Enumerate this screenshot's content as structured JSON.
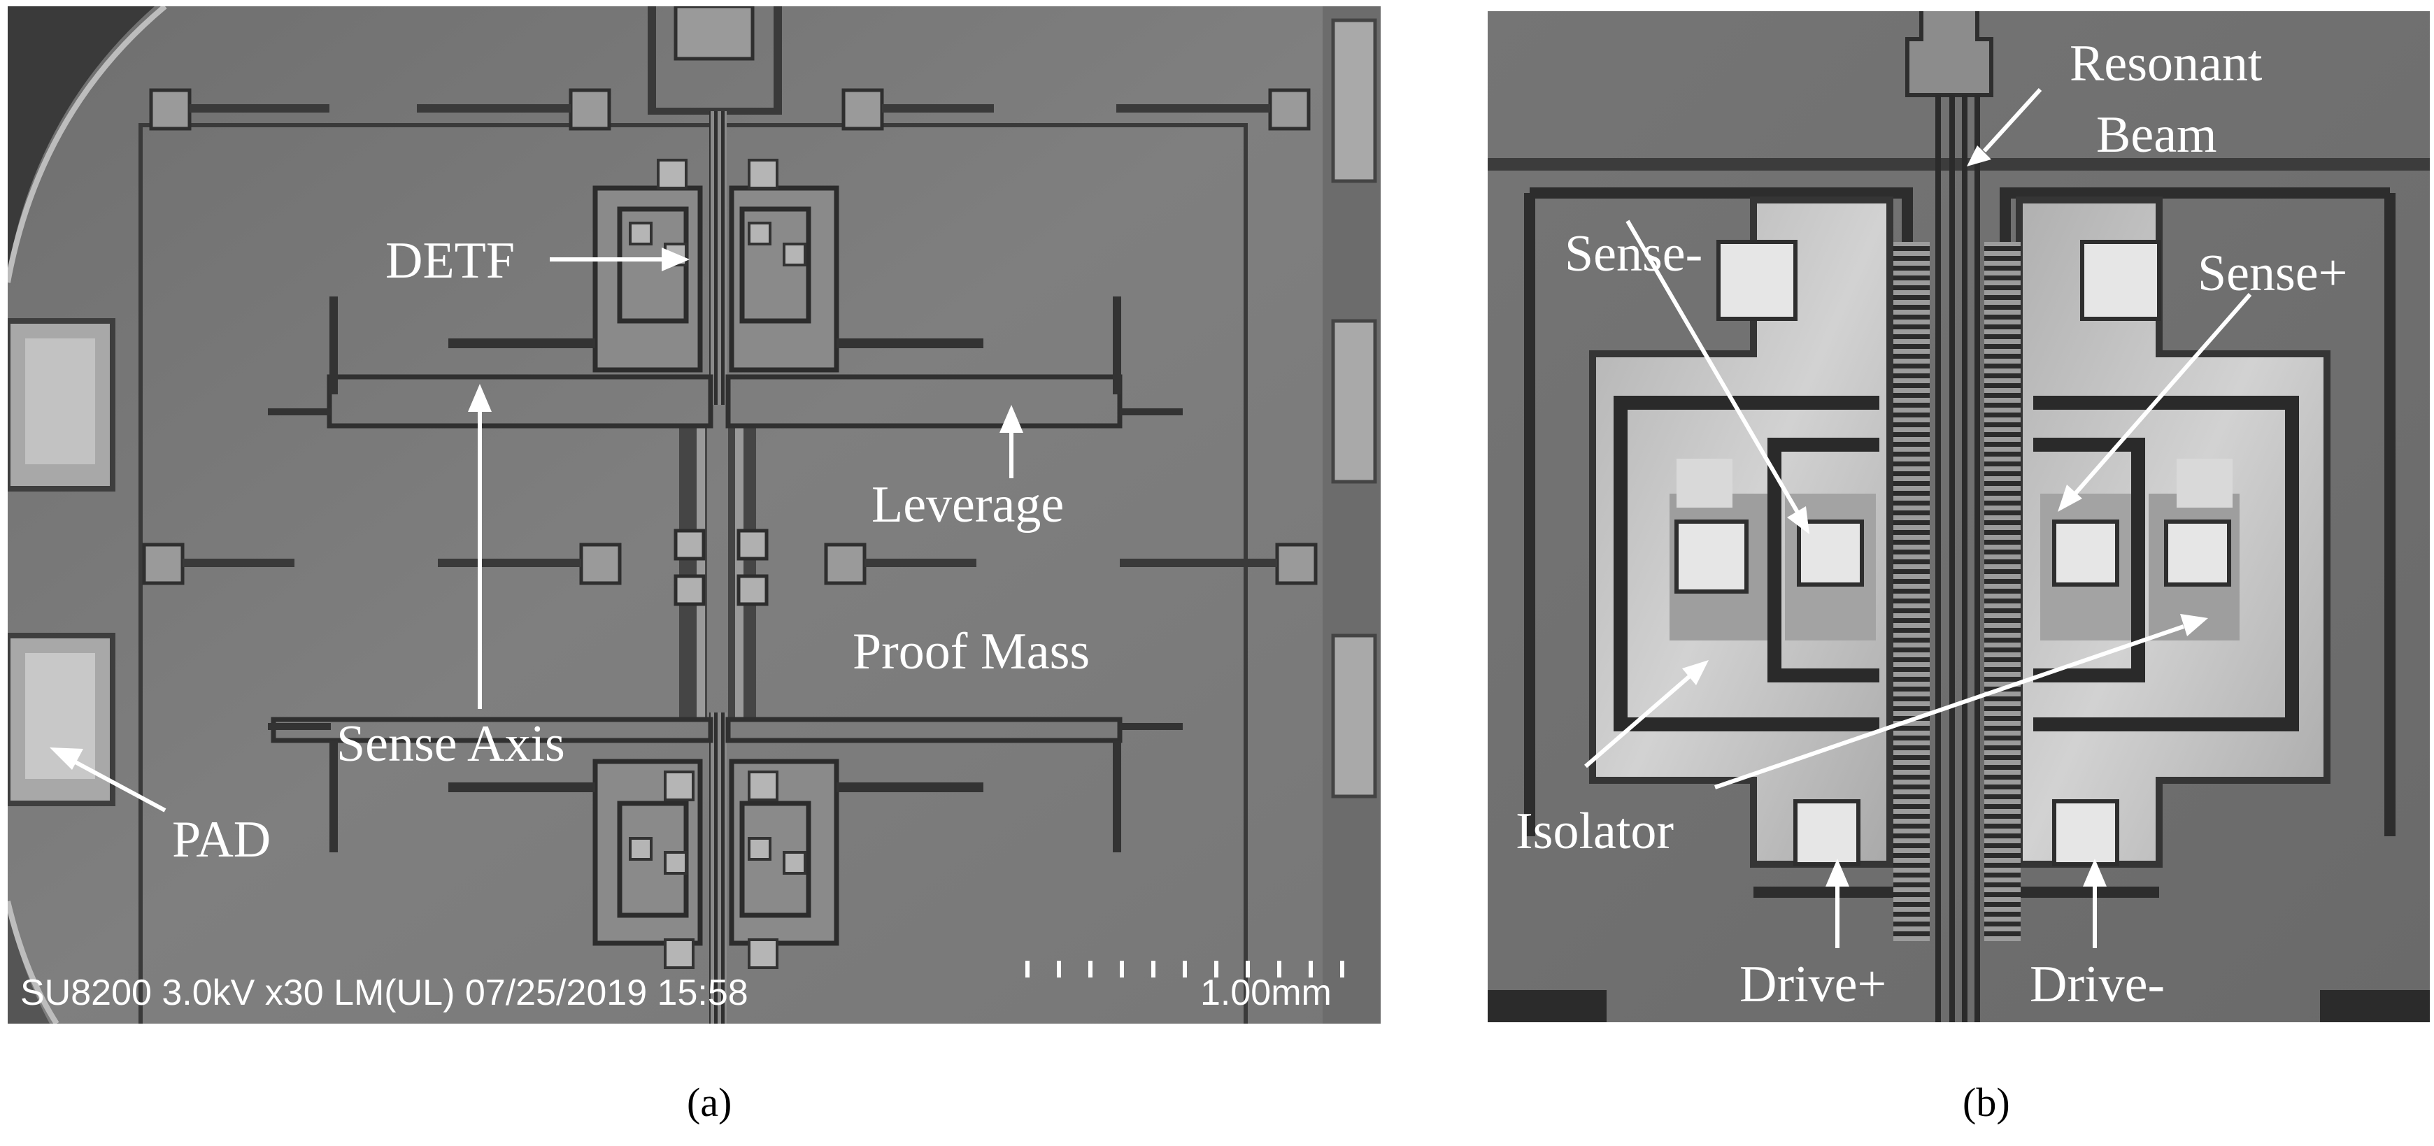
{
  "figure": {
    "panel_a": {
      "caption": "(a)",
      "labels": {
        "detf": "DETF",
        "leverage": "Leverage",
        "proof_mass": "Proof Mass",
        "sense_axis": "Sense Axis",
        "pad": "PAD"
      },
      "sem_info": "SU8200 3.0kV x30 LM(UL) 07/25/2019 15:58",
      "scale_bar": "1.00mm"
    },
    "panel_b": {
      "caption": "(b)",
      "labels": {
        "resonant_beam_1": "Resonant",
        "resonant_beam_2": "Beam",
        "sense_minus": "Sense-",
        "sense_plus": "Sense+",
        "isolator": "Isolator",
        "drive_plus": "Drive+",
        "drive_minus": "Drive-"
      }
    }
  },
  "colors": {
    "substrate": "#7e7e7e",
    "dark_trench": "#2e2e2e",
    "pad_light": "#c8c8c8",
    "annotation": "#ffffff"
  }
}
